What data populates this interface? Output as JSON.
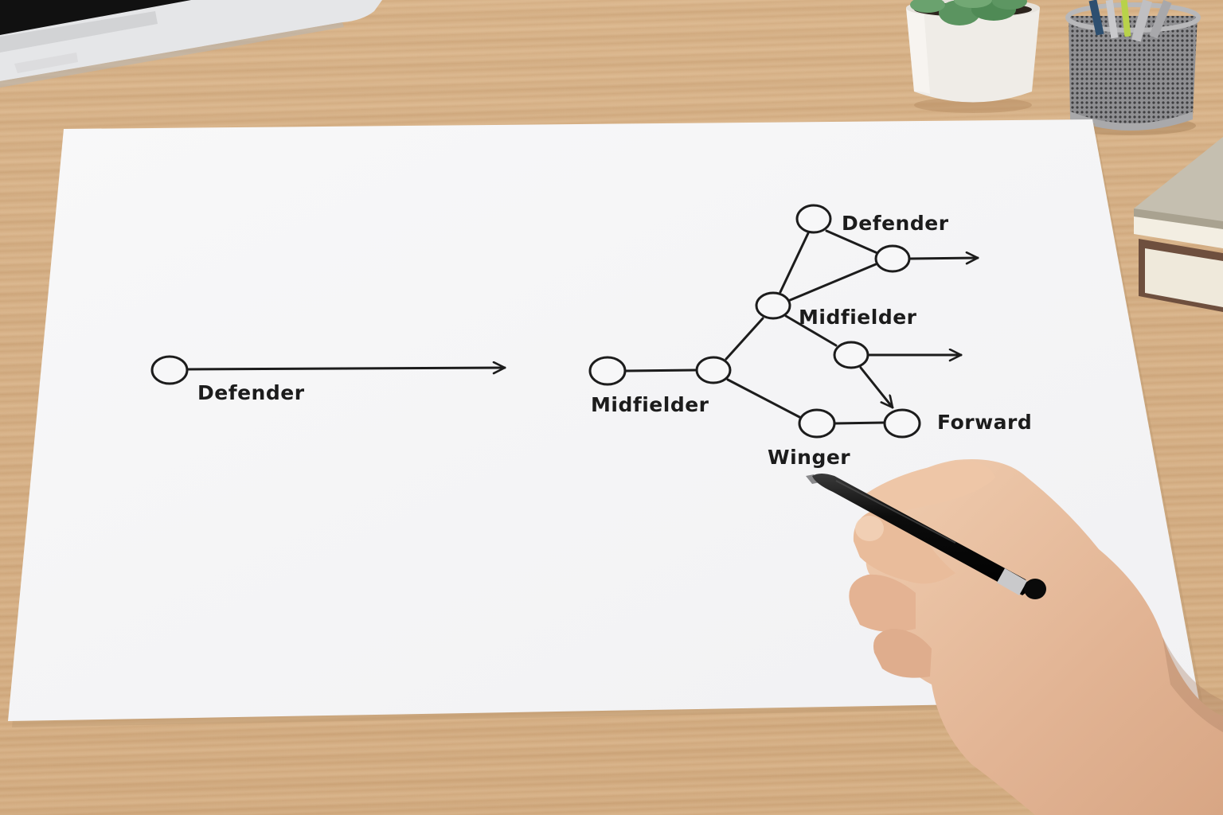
{
  "scene": {
    "description": "Hand-drawn soccer position flow diagram on white paper on a wooden desk",
    "colors": {
      "desk": "#d6b086",
      "paper": "#f7f7f8",
      "ink": "#1c1c1c",
      "pen": "#111111",
      "skin": "#e8bf9f",
      "plant": "#4f8a55",
      "pot": "#efece7",
      "pencil_cup": "#9a9a9c",
      "book_top": "#bdb6a6",
      "book_bottom": "#6e4f3e"
    },
    "objects": [
      "laptop-edge",
      "succulent-plant-pot",
      "mesh-pencil-cup",
      "stacked-books",
      "paper-sheet",
      "hand-holding-pen"
    ]
  },
  "diagram": {
    "left_chain": {
      "node_label": "Defender",
      "arrow": "right"
    },
    "right_network": {
      "labels": {
        "top_defender": "Defender",
        "center_midfielder": "Midfielder",
        "left_midfielder": "Midfielder",
        "winger": "Winger",
        "forward": "Forward"
      },
      "nodes": [
        {
          "id": "left-midfielder",
          "label": "Midfielder"
        },
        {
          "id": "hub",
          "label": ""
        },
        {
          "id": "center-midfielder",
          "label": "Midfielder"
        },
        {
          "id": "top-defender",
          "label": "Defender"
        },
        {
          "id": "right-upper",
          "label": ""
        },
        {
          "id": "right-middle",
          "label": ""
        },
        {
          "id": "winger",
          "label": "Winger"
        },
        {
          "id": "forward",
          "label": "Forward"
        }
      ],
      "edges": [
        {
          "from": "left-midfielder",
          "to": "hub",
          "type": "line"
        },
        {
          "from": "hub",
          "to": "center-midfielder",
          "type": "line"
        },
        {
          "from": "hub",
          "to": "winger",
          "type": "line"
        },
        {
          "from": "center-midfielder",
          "to": "top-defender",
          "type": "line"
        },
        {
          "from": "center-midfielder",
          "to": "right-upper",
          "type": "line"
        },
        {
          "from": "top-defender",
          "to": "right-upper",
          "type": "line"
        },
        {
          "from": "center-midfielder",
          "to": "right-middle",
          "type": "line"
        },
        {
          "from": "right-middle",
          "to": "forward",
          "type": "arrow"
        },
        {
          "from": "winger",
          "to": "forward",
          "type": "line"
        },
        {
          "from": "right-upper",
          "to": "offpage-right",
          "type": "arrow"
        },
        {
          "from": "right-middle",
          "to": "offpage-right",
          "type": "arrow"
        }
      ]
    }
  }
}
